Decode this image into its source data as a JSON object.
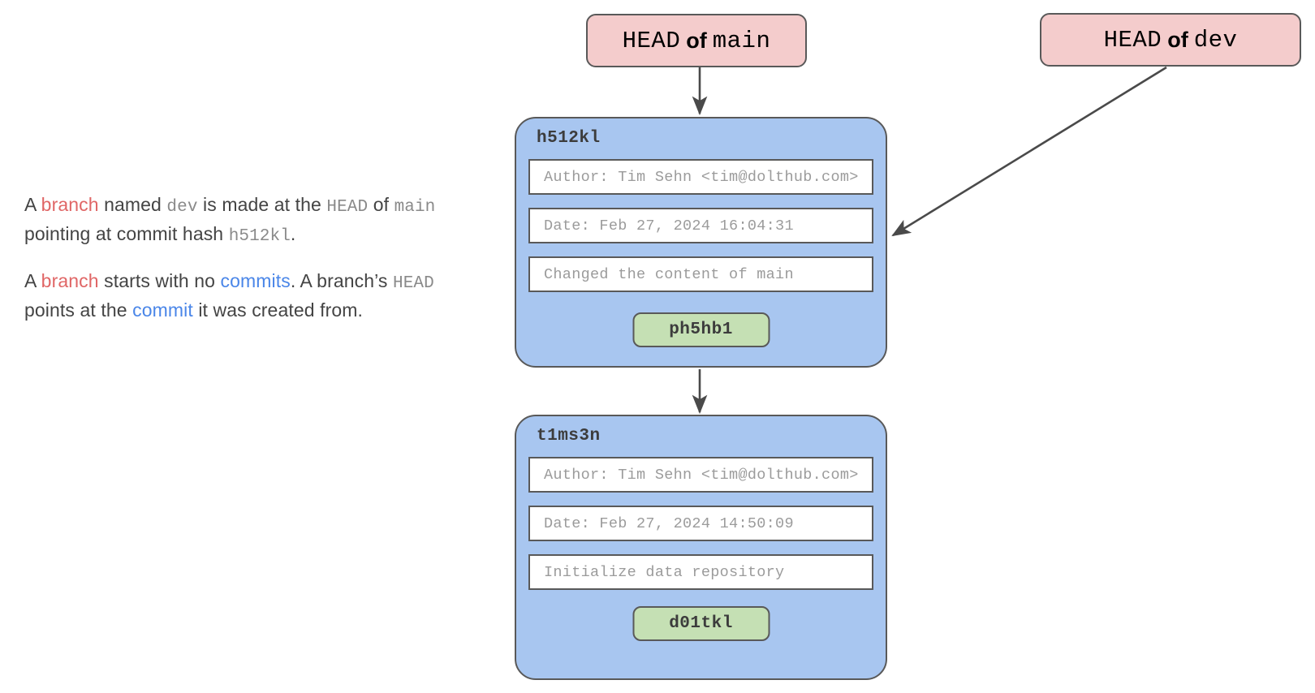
{
  "explanation": {
    "paragraph1": {
      "seg1": "A ",
      "kw1": "branch",
      "seg2": " named ",
      "mono1": "dev",
      "seg3": " is made at the ",
      "mono2": "HEAD",
      "seg4": " of ",
      "mono3": "main",
      "seg5": " pointing at commit hash ",
      "mono4": "h512kl",
      "seg6": "."
    },
    "paragraph2": {
      "seg1": "A ",
      "kw1": "branch",
      "seg2": " starts with no ",
      "kw2": "commits",
      "seg3": ". A branch’s ",
      "mono1": "HEAD",
      "seg4": " points at the ",
      "kw3": "commit",
      "seg5": " it was created from."
    }
  },
  "heads": [
    {
      "id": "head-main",
      "prefix": "HEAD",
      "connector": "of",
      "branch": "main"
    },
    {
      "id": "head-dev",
      "prefix": "HEAD",
      "connector": "of",
      "branch": "dev"
    }
  ],
  "commits": [
    {
      "hash": "h512kl",
      "author": "Author: Tim Sehn <tim@dolthub.com>",
      "date": "Date: Feb 27, 2024 16:04:31",
      "message": "Changed the content of main",
      "parent": "ph5hb1"
    },
    {
      "hash": "t1ms3n",
      "author": "Author: Tim Sehn <tim@dolthub.com>",
      "date": "Date: Feb 27, 2024 14:50:09",
      "message": "Initialize data repository",
      "parent": "d01tkl"
    }
  ],
  "colors": {
    "branch_keyword": "#e06666",
    "commit_keyword": "#4a86e8",
    "head_pill_fill": "#f4cccc",
    "commit_card_fill": "#a8c6f0",
    "parent_chip_fill": "#c5e0b4",
    "stroke": "#595959",
    "body_text": "#444444",
    "mono_text": "#8a8a8a"
  },
  "arrows": [
    {
      "name": "head-main-to-h512kl",
      "from": "head-main",
      "to": "commit-h512kl",
      "style": "straight-vertical"
    },
    {
      "name": "head-dev-to-h512kl",
      "from": "head-dev",
      "to": "commit-h512kl",
      "style": "diagonal"
    },
    {
      "name": "h512kl-to-t1ms3n",
      "from": "commit-h512kl",
      "to": "commit-t1ms3n",
      "style": "straight-vertical"
    }
  ]
}
